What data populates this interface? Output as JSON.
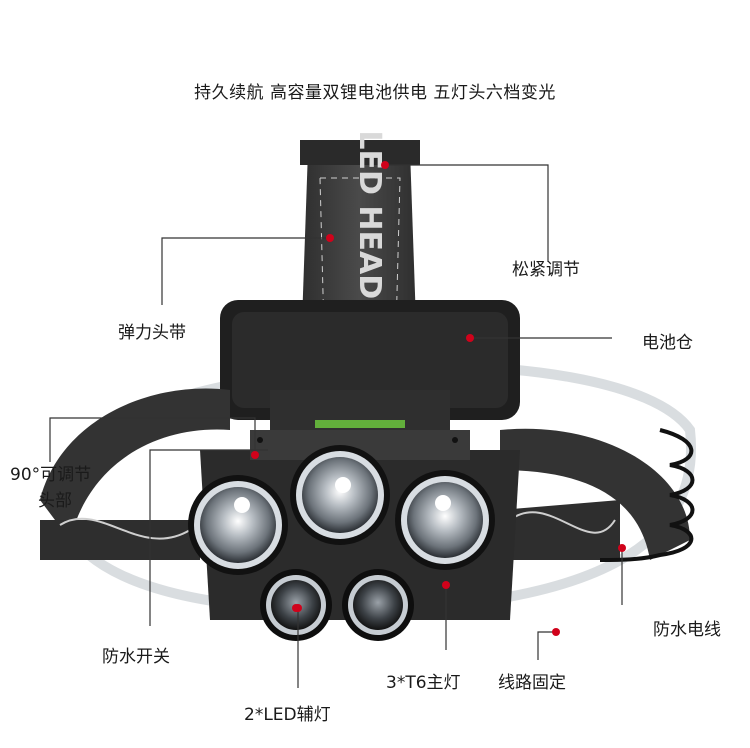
{
  "headline": "持久续航 高容量双锂电池供电 五灯头六档变光",
  "band_text": "LED HEADLIGHT",
  "labels": {
    "adjust": "松紧调节",
    "elastic_band": "弹力头带",
    "battery": "电池仓",
    "tilt_line1": "90°可调节",
    "tilt_line2": "头部",
    "switch": "防水开关",
    "cable": "防水电线",
    "main_lamps": "3*T6主灯",
    "wire_fix": "线路固定",
    "aux_lamps": "2*LED辅灯"
  },
  "colors": {
    "band": "#3a3a3a",
    "band_print": "#d9d9d9",
    "housing": "#2b2b2b",
    "reflector": "#cfd4d8",
    "callout_line": "#333333",
    "dot": "#d0021b"
  }
}
